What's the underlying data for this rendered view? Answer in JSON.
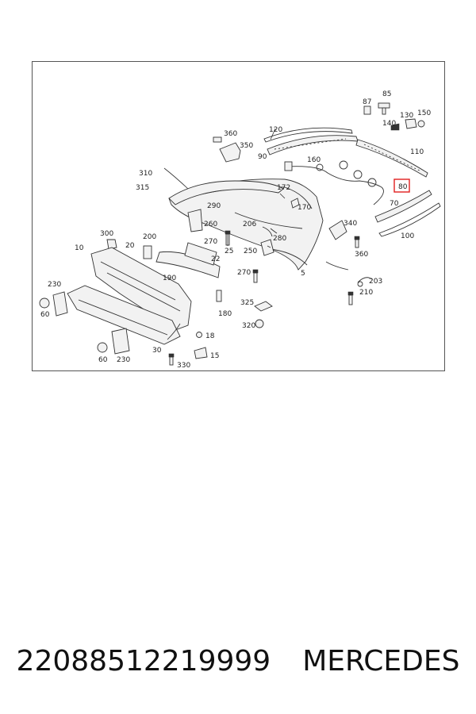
{
  "diagram": {
    "highlighted_label": "80",
    "labels": [
      "85",
      "87",
      "130",
      "150",
      "140",
      "360",
      "120",
      "350",
      "90",
      "110",
      "160",
      "310",
      "315",
      "172",
      "80",
      "290",
      "170",
      "70",
      "206",
      "340",
      "260",
      "270",
      "280",
      "300",
      "200",
      "25",
      "22",
      "250",
      "360",
      "10",
      "20",
      "190",
      "100",
      "5",
      "270",
      "203",
      "230",
      "210",
      "60",
      "325",
      "180",
      "320",
      "18",
      "30",
      "15",
      "60",
      "230",
      "330"
    ]
  },
  "caption": {
    "part_number": "22088512219999",
    "brand": "MERCEDES"
  },
  "colors": {
    "highlight": "#e02020",
    "line": "#333333"
  }
}
